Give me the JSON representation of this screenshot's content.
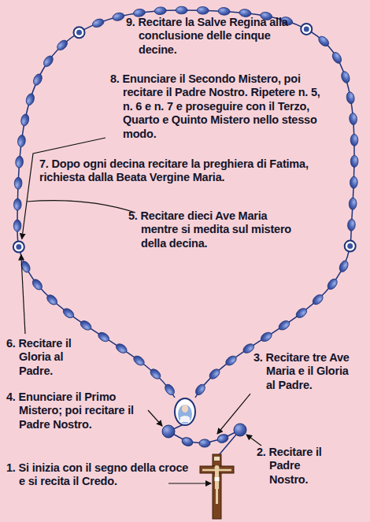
{
  "diagram": {
    "labels": [
      "9. Recitare la Salve Regina alla conclusione delle cinque decine.",
      "8. Enunciare il Secondo Mistero, poi recitare il Padre Nostro. Ripetere n. 5, n. 6 e n. 7 e proseguire con il Terzo, Quarto e Quinto Mistero nello stesso modo.",
      "7. Dopo ogni decina recitare la preghiera di Fatima, richiesta dalla Beata Vergine Maria.",
      "5. Recitare dieci Ave Maria mentre si medita sul mistero della decina.",
      "6. Recitare il Gloria al Padre.",
      "3. Recitare tre Ave Maria e il Gloria al Padre.",
      "4. Enunciare il Primo Mistero; poi recitare il Padre Nostro.",
      "2. Recitare il Padre Nostro.",
      "1. Si inizia con il segno della croce e si recita il Credo."
    ]
  }
}
